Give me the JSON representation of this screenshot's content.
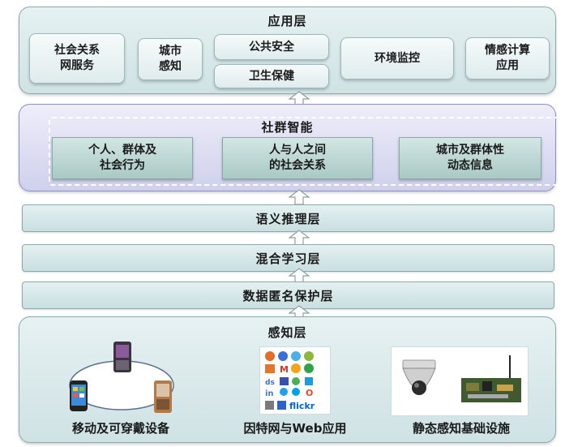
{
  "app_layer": {
    "title": "应用层",
    "items": [
      {
        "label": "社会关系\n网服务"
      },
      {
        "label": "城市\n感知"
      },
      {
        "label": "公共安全"
      },
      {
        "label": "卫生保健"
      },
      {
        "label": "环境监控"
      },
      {
        "label": "情感计算\n应用"
      }
    ]
  },
  "social_layer": {
    "title": "社群智能",
    "items": [
      {
        "label": "个人、群体及\n社会行为"
      },
      {
        "label": "人与人之间\n的社会关系"
      },
      {
        "label": "城市及群体性\n动态信息"
      }
    ]
  },
  "middle_layers": [
    {
      "label": "语义推理层"
    },
    {
      "label": "混合学习层"
    },
    {
      "label": "数据匿名保护层"
    }
  ],
  "sensing_layer": {
    "title": "感知层",
    "groups": [
      {
        "label": "移动及可穿戴设备"
      },
      {
        "label": "因特网与Web应用"
      },
      {
        "label": "静态感知基础设施"
      }
    ],
    "web_icons": {
      "flickr_text": "flickr"
    }
  },
  "colors": {
    "layer_fill": "#d6e7e9",
    "social_fill": "#dcdcf2",
    "border": "#8aa9ad",
    "arrow_fill": "#ffffff"
  }
}
